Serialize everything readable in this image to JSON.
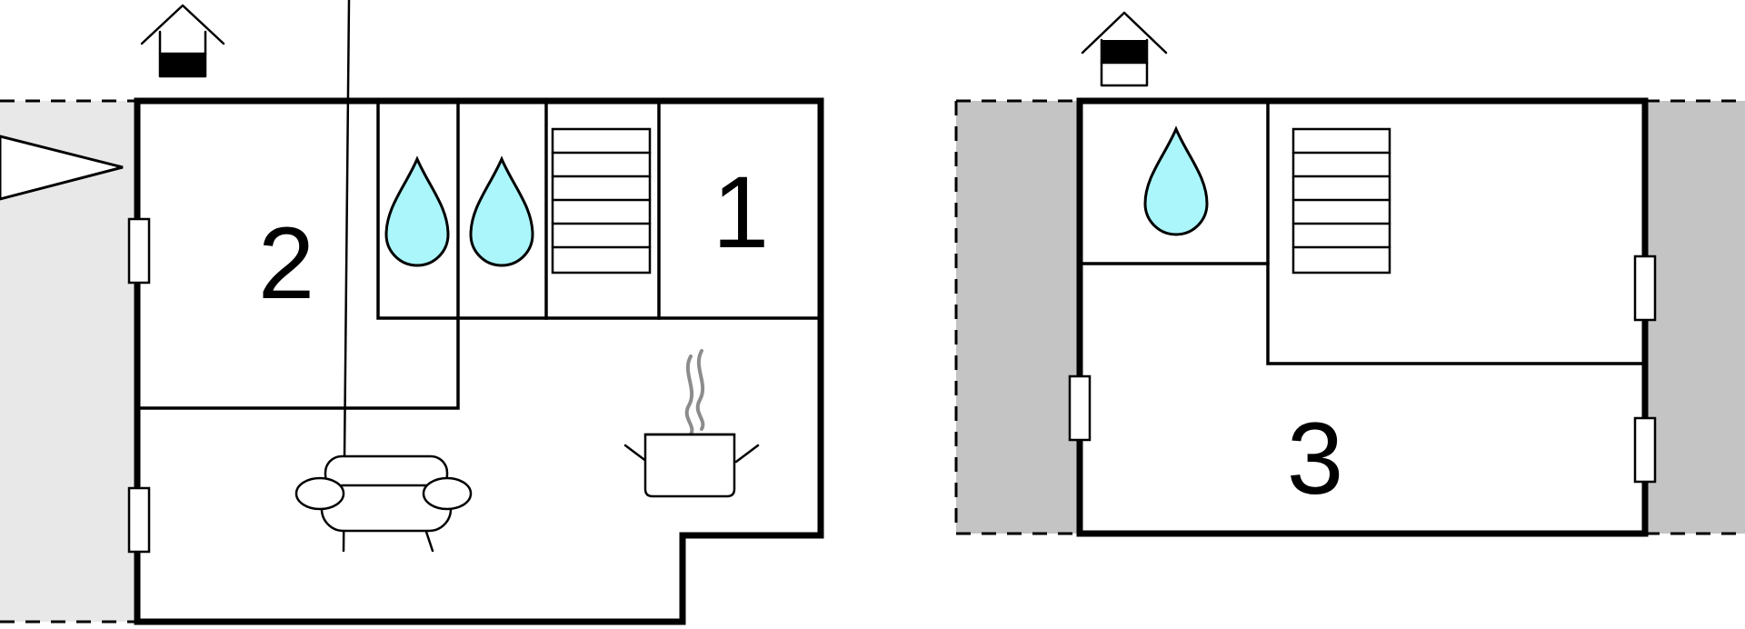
{
  "floors": [
    {
      "id": "ground",
      "icon": "house-ground-floor-icon",
      "room_labels": [
        "2",
        "1"
      ]
    },
    {
      "id": "upper",
      "icon": "house-upper-floor-icon",
      "room_labels": [
        "3"
      ]
    }
  ],
  "colors": {
    "terrace_left": "#e8e8e8",
    "terrace_right": "#c4c4c4",
    "water": "#aaf6fa",
    "steam": "#8c8c8c"
  }
}
